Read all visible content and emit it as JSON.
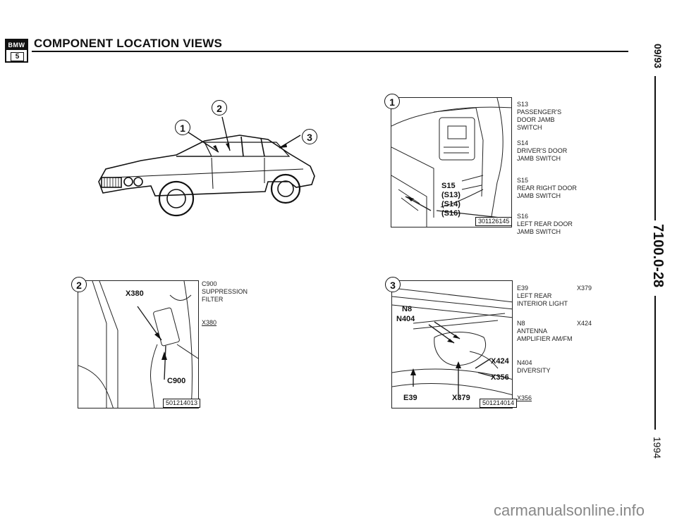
{
  "header": {
    "logo_brand": "BMW",
    "logo_model": "5",
    "title": "COMPONENT LOCATION VIEWS"
  },
  "sidebar": {
    "date": "09/93",
    "page_code": "7100.0-28",
    "year": "1994"
  },
  "car_view": {
    "callouts": [
      "2",
      "1",
      "3"
    ]
  },
  "view1": {
    "number": "1",
    "tags": [
      "S15",
      "(S13)",
      "(S14)",
      "(S16)"
    ],
    "figure_no": "301126145",
    "legend": [
      {
        "code": "S13",
        "desc": "PASSENGER'S DOOR JAMB SWITCH"
      },
      {
        "code": "S14",
        "desc": "DRIVER'S DOOR JAMB SWITCH"
      },
      {
        "code": "S15",
        "desc": "REAR RIGHT DOOR JAMB SWITCH"
      },
      {
        "code": "S16",
        "desc": "LEFT REAR DOOR JAMB SWITCH"
      }
    ]
  },
  "view2": {
    "number": "2",
    "tags": [
      "X380",
      "C900"
    ],
    "figure_no": "501214013",
    "legend": [
      {
        "code": "C900",
        "desc": "SUPPRESSION FILTER",
        "ref": ""
      },
      {
        "code": "X380",
        "desc": "",
        "ref": ""
      }
    ]
  },
  "view3": {
    "number": "3",
    "tags": [
      "N8",
      "N404",
      "X424",
      "X356",
      "E39",
      "X379"
    ],
    "figure_no": "501214014",
    "legend": [
      {
        "code": "E39",
        "desc": "LEFT REAR INTERIOR LIGHT",
        "ref": "X379"
      },
      {
        "code": "N8",
        "desc": "ANTENNA AMPLIFIER AM/FM",
        "ref": "X424"
      },
      {
        "code": "N404",
        "desc": "DIVERSITY",
        "ref": ""
      },
      {
        "code": "X356",
        "desc": "",
        "ref": ""
      }
    ]
  },
  "watermark": "carmanualsonline.info"
}
